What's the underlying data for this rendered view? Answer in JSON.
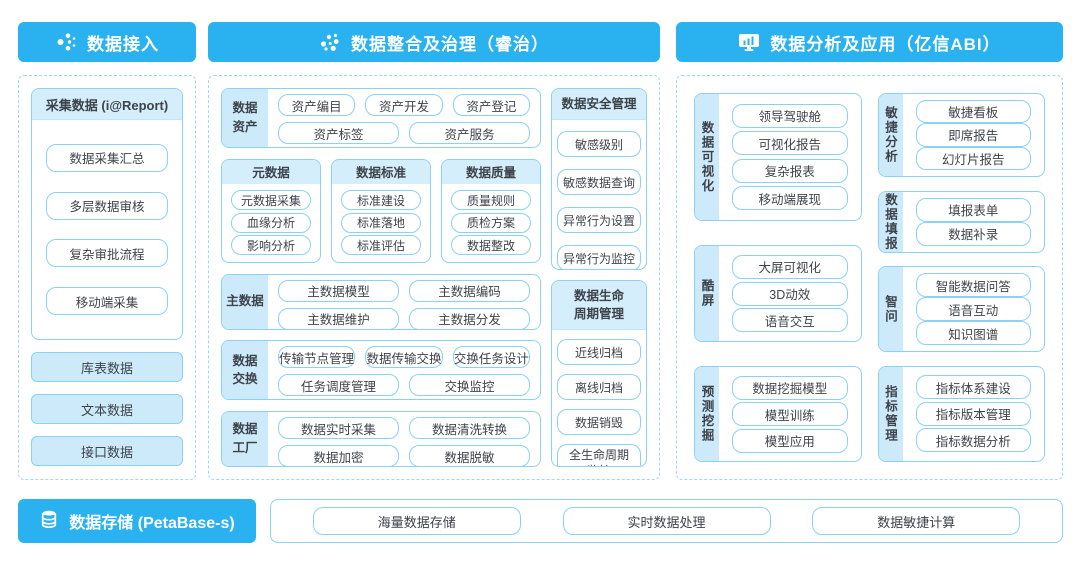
{
  "colors": {
    "header_blue": "#2ab2f0",
    "light_blue_header": "#d5eefb",
    "light_blue_strip": "#cdeafa",
    "border_blue": "#8ad2f5",
    "dashed_border": "#9ed8f6",
    "text": "#3d434b"
  },
  "headers": {
    "access": {
      "label": "数据接入",
      "icon": "dots-network-icon"
    },
    "governance": {
      "label": "数据整合及治理（睿治）",
      "icon": "dots-cluster-icon"
    },
    "analysis": {
      "label": "数据分析及应用（亿信ABI）",
      "icon": "monitor-chart-icon"
    },
    "storage": {
      "label": "数据存储 (PetaBase-s)",
      "icon": "database-icon"
    }
  },
  "access_panel": {
    "collect_box": {
      "title": "采集数据 (i@Report)",
      "items": [
        "数据采集汇总",
        "多层数据审核",
        "复杂审批流程",
        "移动端采集"
      ]
    },
    "source_items": [
      "库表数据",
      "文本数据",
      "接口数据"
    ]
  },
  "governance_panel": {
    "asset_row": {
      "label": "数据\n资产",
      "line1": [
        "资产编目",
        "资产开发",
        "资产登记"
      ],
      "line2": [
        "资产标签",
        "资产服务"
      ]
    },
    "triple_boxes": [
      {
        "title": "元数据",
        "items": [
          "元数据采集",
          "血缘分析",
          "影响分析"
        ]
      },
      {
        "title": "数据标准",
        "items": [
          "标准建设",
          "标准落地",
          "标准评估"
        ]
      },
      {
        "title": "数据质量",
        "items": [
          "质量规则",
          "质检方案",
          "数据整改"
        ]
      }
    ],
    "master_row": {
      "label": "主数据",
      "line1": [
        "主数据模型",
        "主数据编码"
      ],
      "line2": [
        "主数据维护",
        "主数据分发"
      ]
    },
    "exchange_row": {
      "label": "数据\n交换",
      "line1": [
        "传输节点管理",
        "数据传输交换",
        "交换任务设计"
      ],
      "line2": [
        "任务调度管理",
        "交换监控"
      ]
    },
    "factory_row": {
      "label": "数据\n工厂",
      "line1": [
        "数据实时采集",
        "数据清洗转换"
      ],
      "line2": [
        "数据加密",
        "数据脱敏"
      ]
    },
    "security_box": {
      "title": "数据安全管理",
      "items": [
        "敏感级别",
        "敏感数据查询",
        "异常行为设置",
        "异常行为监控"
      ]
    },
    "lifecycle_box": {
      "title": "数据生命\n周期管理",
      "items": [
        "近线归档",
        "离线归档",
        "数据销毁",
        "全生命周期\n监控"
      ]
    }
  },
  "analysis_panel": {
    "left_groups": [
      {
        "label": "数据可视化",
        "items": [
          "领导驾驶舱",
          "可视化报告",
          "复杂报表",
          "移动端展现"
        ]
      },
      {
        "label": "酷屏",
        "items": [
          "大屏可视化",
          "3D动效",
          "语音交互"
        ]
      },
      {
        "label": "预测挖掘",
        "items": [
          "数据挖掘模型",
          "模型训练",
          "模型应用"
        ]
      }
    ],
    "right_groups": [
      {
        "label": "敏捷分析",
        "items": [
          "敏捷看板",
          "即席报告",
          "幻灯片报告"
        ]
      },
      {
        "label": "数据填报",
        "items": [
          "填报表单",
          "数据补录"
        ]
      },
      {
        "label": "智问",
        "items": [
          "智能数据问答",
          "语音互动",
          "知识图谱"
        ]
      },
      {
        "label": "指标管理",
        "items": [
          "指标体系建设",
          "指标版本管理",
          "指标数据分析"
        ]
      }
    ]
  },
  "storage_row": {
    "items": [
      "海量数据存储",
      "实时数据处理",
      "数据敏捷计算"
    ]
  }
}
